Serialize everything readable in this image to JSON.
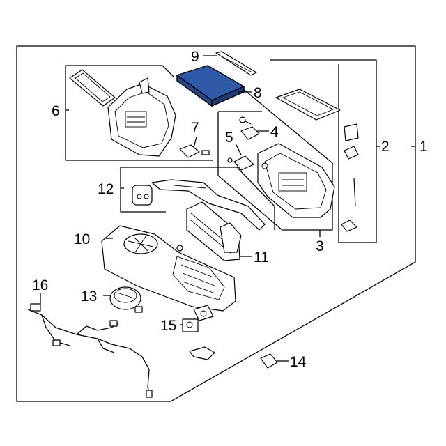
{
  "callouts": {
    "c1": "1",
    "c2": "2",
    "c3": "3",
    "c4": "4",
    "c5": "5",
    "c6": "6",
    "c7": "7",
    "c8": "8",
    "c9": "9",
    "c10": "10",
    "c11": "11",
    "c12": "12",
    "c13": "13",
    "c14": "14",
    "c15": "15",
    "c16": "16"
  },
  "highlight_color": "#2f5aa8"
}
